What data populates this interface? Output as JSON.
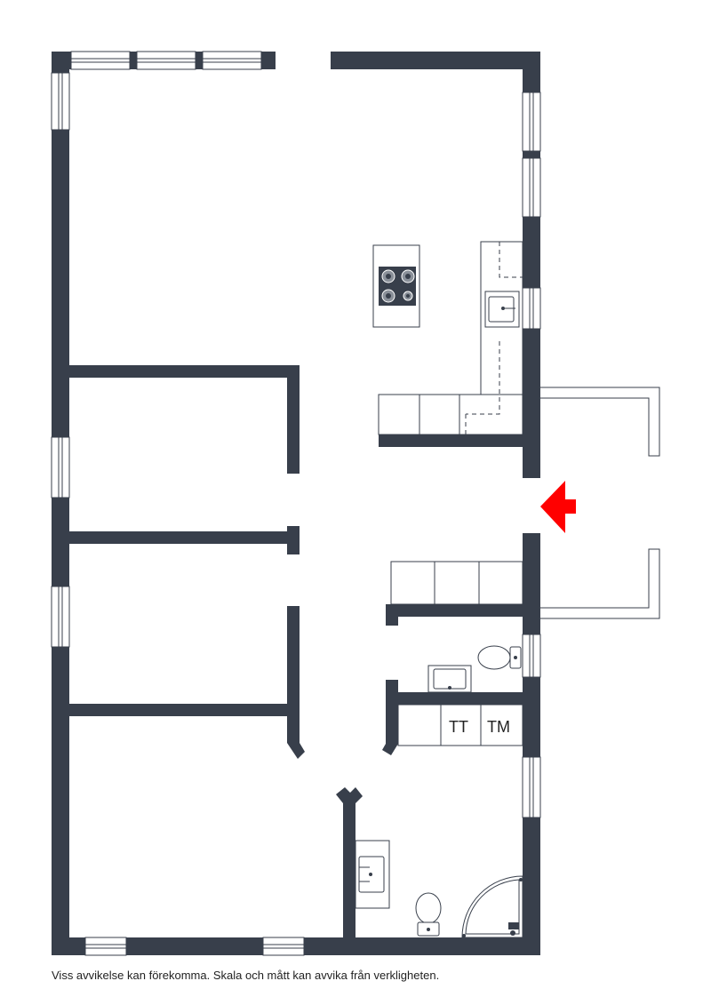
{
  "labels": {
    "tt": "TT",
    "tm": "TM"
  },
  "disclaimer": "Viss avvikelse kan förekomma. Skala och mått kan avvika från verkligheten.",
  "colors": {
    "wall": "#383f4b",
    "entrance_arrow": "#ff0000",
    "background": "#ffffff"
  },
  "icons": [
    "stove-icon",
    "sink-icon",
    "toilet-icon",
    "shower-icon",
    "entrance-arrow-icon",
    "window-icon"
  ]
}
